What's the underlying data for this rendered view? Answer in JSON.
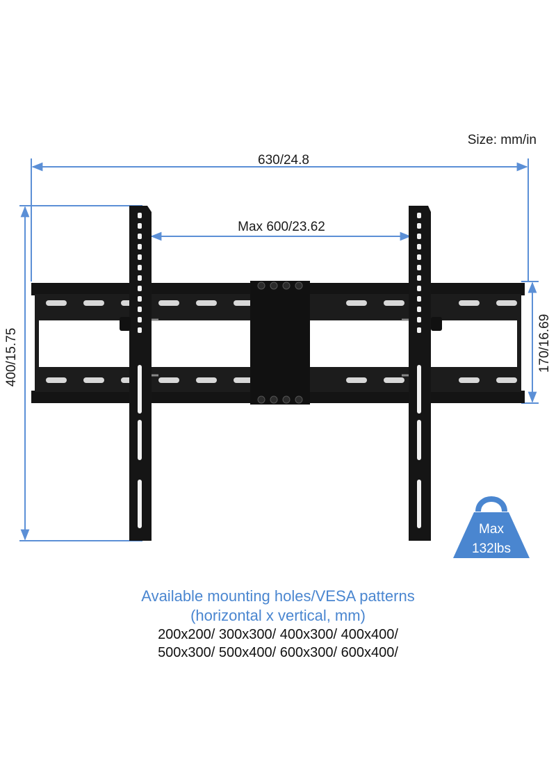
{
  "size_unit": "Size: mm/in",
  "dimensions": {
    "overall_width": "630/24.8",
    "max_vesa_width": "Max 600/23.62",
    "overall_height": "400/15.75",
    "rail_height": "170/16.69"
  },
  "weight_badge": {
    "line1": "Max",
    "line2": "132lbs"
  },
  "caption": {
    "heading_line1": "Available mounting holes/VESA patterns",
    "heading_line2": "(horizontal x vertical, mm)",
    "patterns_line1": "200x200/ 300x300/ 400x300/ 400x400/",
    "patterns_line2": "500x300/ 500x400/ 600x300/ 600x400/"
  },
  "colors": {
    "dimension_line": "#5b8fd6",
    "hardware": "#141414",
    "badge": "#4a86d0",
    "caption_blue": "#4a86d0"
  }
}
